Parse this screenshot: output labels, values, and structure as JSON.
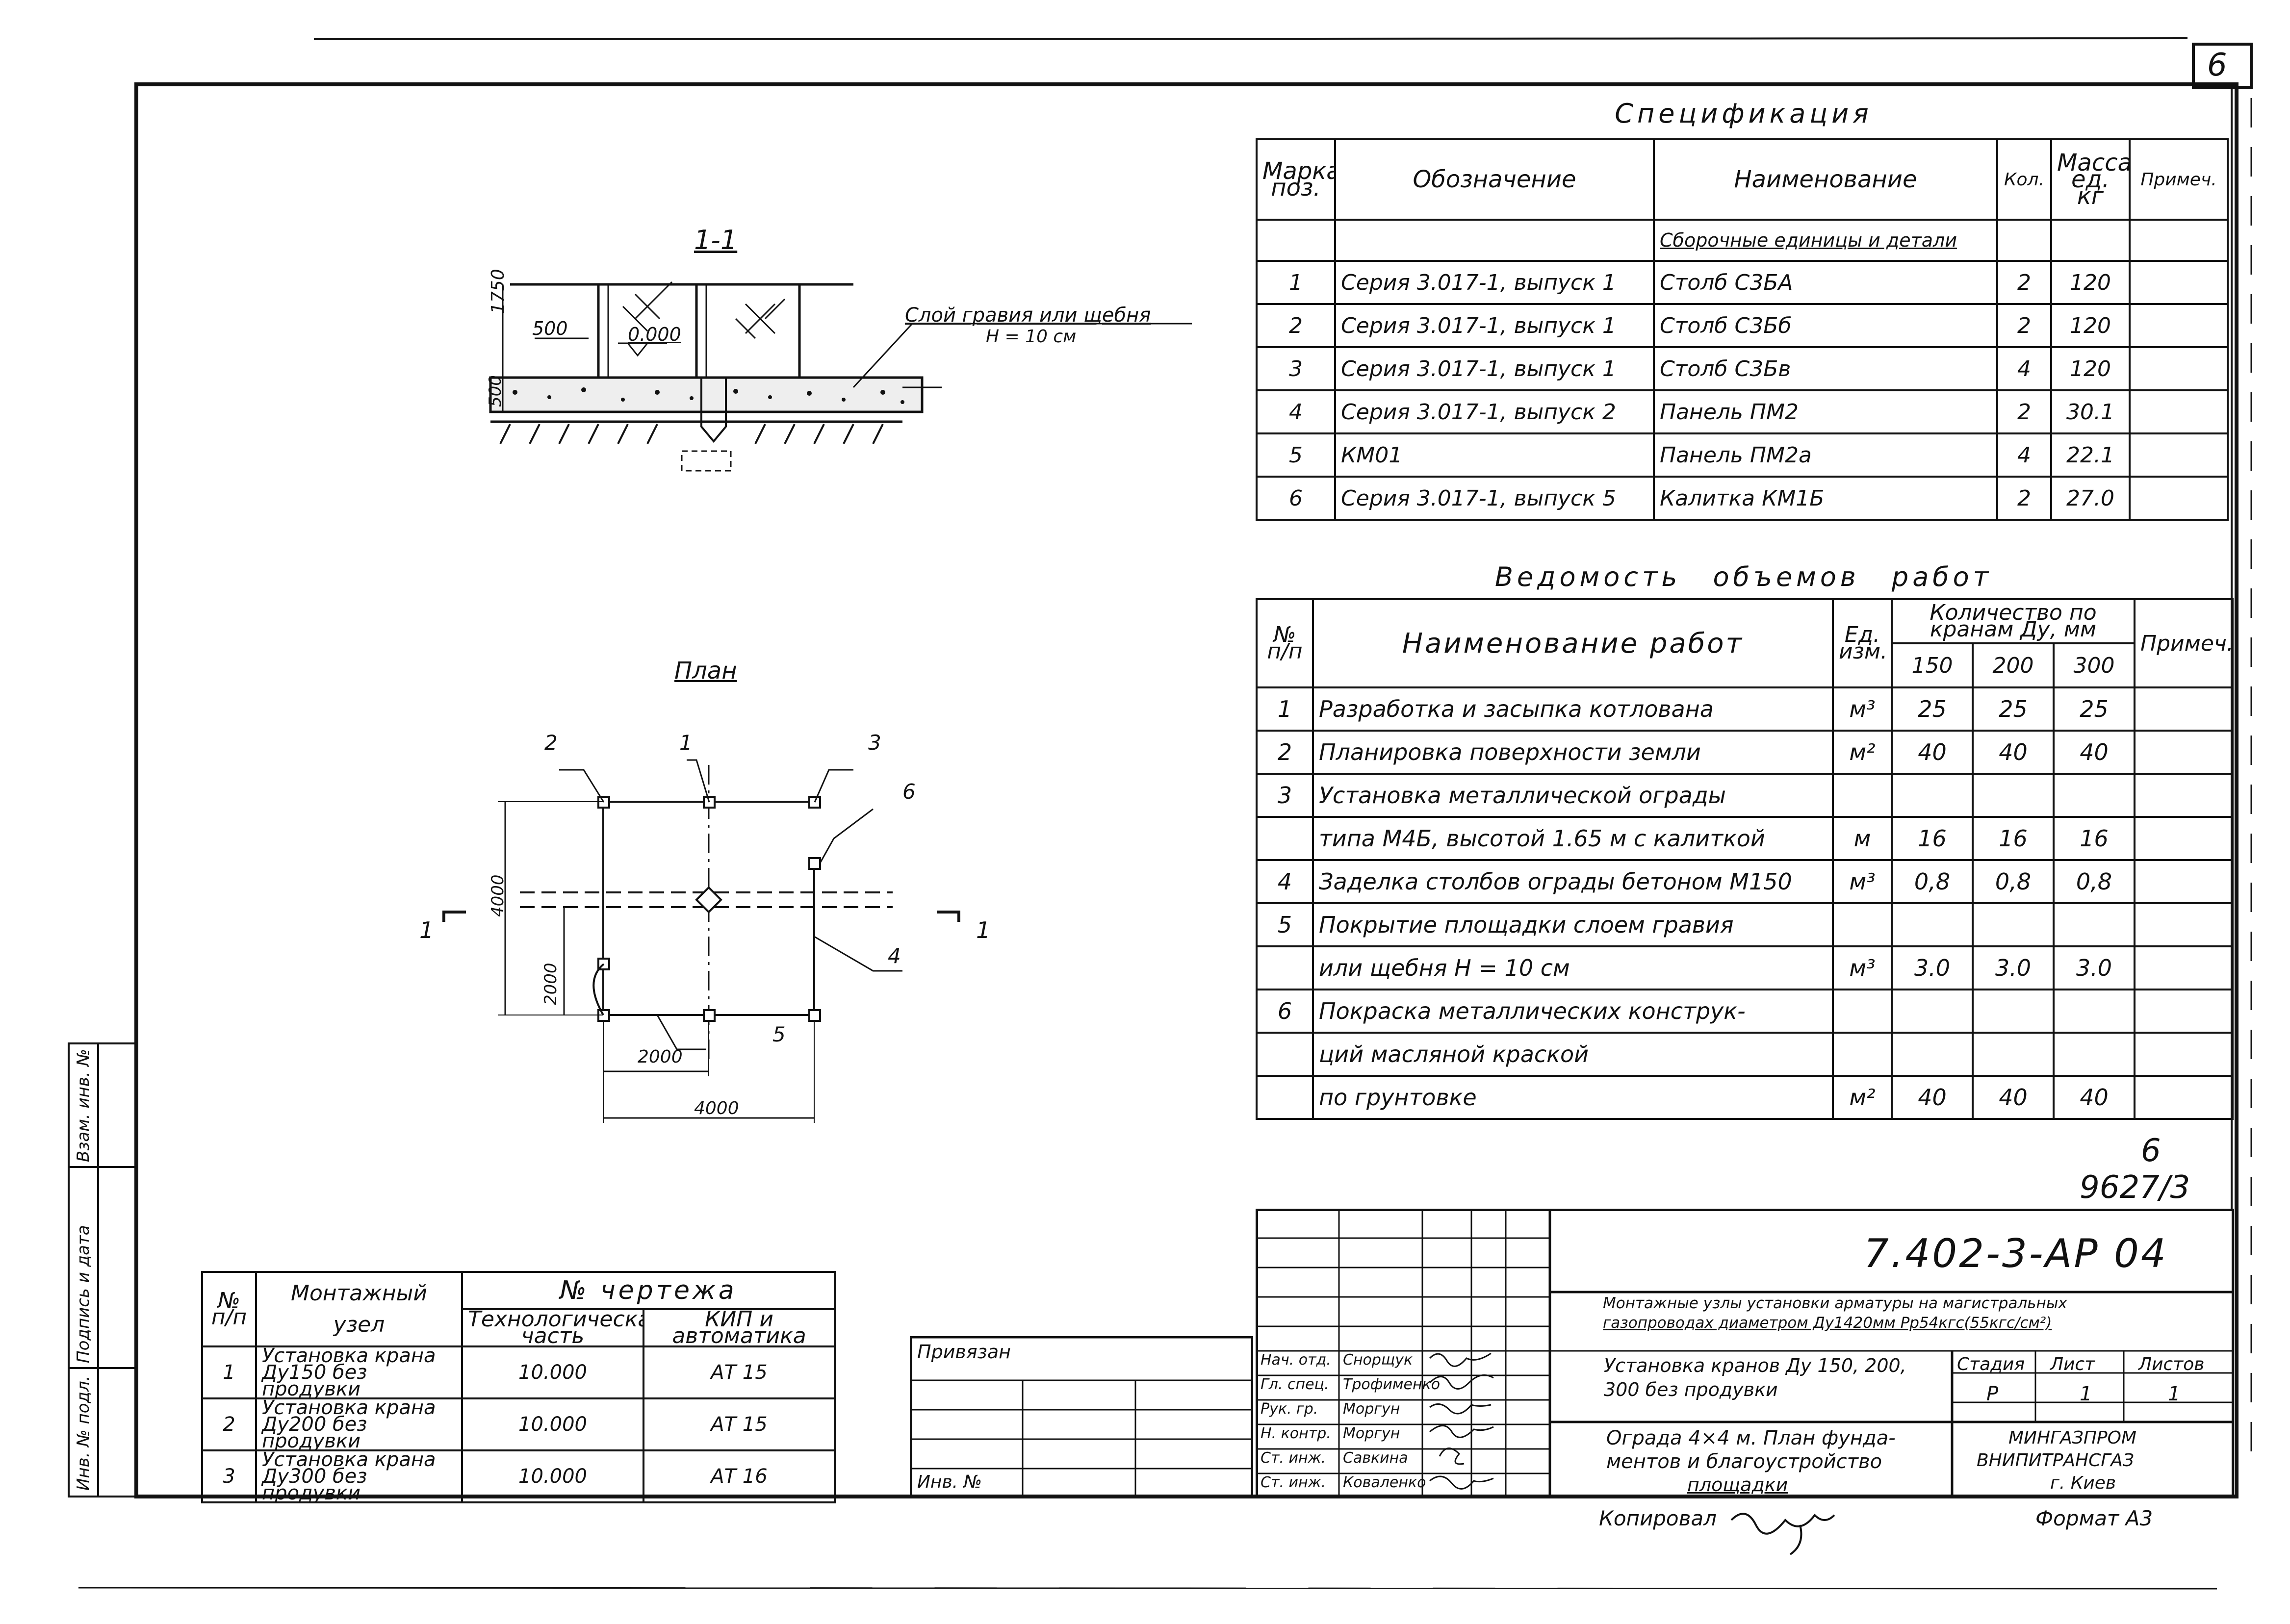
{
  "sheet": {
    "page_number": "6",
    "doc_code": "7.402-3-АР 04",
    "archive_number": "9627/3",
    "copied_label": "Копировал",
    "format_label": "Формат А3",
    "binding_label": "Привязан",
    "inv_label": "Инв. №"
  },
  "side_stamp": {
    "col1": "Инв. № подл.",
    "col2": "Подпись и дата",
    "col3": "Взам. инв. №"
  },
  "section": {
    "title": "1-1",
    "dim_1750": "1750",
    "dim_500_v": "500",
    "dim_500_h": "500",
    "level": "0.000",
    "note_line1": "Слой гравия или щебня",
    "note_line2": "Н = 10 см"
  },
  "plan": {
    "title": "План",
    "dim_4000_v": "4000",
    "dim_2000_v": "2000",
    "dim_2000_h": "2000",
    "dim_4000_h": "4000",
    "cut_left": "1",
    "cut_right": "1",
    "callouts": [
      "2",
      "1",
      "3",
      "6",
      "4",
      "5"
    ]
  },
  "specification": {
    "title": "Спецификация",
    "headers": [
      "Марка, поз.",
      "Обозначение",
      "Наименование",
      "Кол.",
      "Масса ед. кг",
      "Примеч."
    ],
    "subheader": "Сборочные единицы и детали",
    "rows": [
      {
        "pos": "1",
        "designation": "Серия 3.017-1, выпуск 1",
        "name": "Столб С3БА",
        "qty": "2",
        "mass": "120",
        "note": ""
      },
      {
        "pos": "2",
        "designation": "Серия 3.017-1, выпуск 1",
        "name": "Столб С3Бб",
        "qty": "2",
        "mass": "120",
        "note": ""
      },
      {
        "pos": "3",
        "designation": "Серия 3.017-1, выпуск 1",
        "name": "Столб С3Бв",
        "qty": "4",
        "mass": "120",
        "note": ""
      },
      {
        "pos": "4",
        "designation": "Серия 3.017-1, выпуск 2",
        "name": "Панель ПМ2",
        "qty": "2",
        "mass": "30.1",
        "note": ""
      },
      {
        "pos": "5",
        "designation": "КМ01",
        "name": "Панель ПМ2а",
        "qty": "4",
        "mass": "22.1",
        "note": ""
      },
      {
        "pos": "6",
        "designation": "Серия 3.017-1, выпуск 5",
        "name": "Калитка КМ1Б",
        "qty": "2",
        "mass": "27.0",
        "note": ""
      }
    ]
  },
  "works": {
    "title": "Ведомость объемов работ",
    "headers": {
      "num": "№ п/п",
      "name": "Наименование работ",
      "unit": "Ед. изм.",
      "qty_group": "Количество по кранам Ду, мм",
      "d150": "150",
      "d200": "200",
      "d300": "300",
      "note": "Примеч."
    },
    "rows": [
      {
        "num": "1",
        "name": "Разработка и засыпка котлована",
        "unit": "м³",
        "v150": "25",
        "v200": "25",
        "v300": "25"
      },
      {
        "num": "2",
        "name": "Планировка поверхности земли",
        "unit": "м²",
        "v150": "40",
        "v200": "40",
        "v300": "40"
      },
      {
        "num": "3",
        "name": "Установка металлической ограды",
        "unit": "",
        "v150": "",
        "v200": "",
        "v300": ""
      },
      {
        "num": "",
        "name": "типа М4Б, высотой 1.65 м с калиткой",
        "unit": "м",
        "v150": "16",
        "v200": "16",
        "v300": "16"
      },
      {
        "num": "4",
        "name": "Заделка столбов ограды бетоном М150",
        "unit": "м³",
        "v150": "0,8",
        "v200": "0,8",
        "v300": "0,8"
      },
      {
        "num": "5",
        "name": "Покрытие площадки слоем гравия",
        "unit": "",
        "v150": "",
        "v200": "",
        "v300": ""
      },
      {
        "num": "",
        "name": "или щебня Н = 10 см",
        "unit": "м³",
        "v150": "3.0",
        "v200": "3.0",
        "v300": "3.0"
      },
      {
        "num": "6",
        "name": "Покраска металлических конструк-",
        "unit": "",
        "v150": "",
        "v200": "",
        "v300": ""
      },
      {
        "num": "",
        "name": "ций масляной краской",
        "unit": "",
        "v150": "",
        "v200": "",
        "v300": ""
      },
      {
        "num": "",
        "name": "по грунтовке",
        "unit": "м²",
        "v150": "40",
        "v200": "40",
        "v300": "40"
      }
    ]
  },
  "mounting": {
    "headers": {
      "num": "№ п/п",
      "node": "Монтажный узел",
      "drawing": "№ чертежа",
      "tech": "Технологическая часть",
      "kip": "КИП и автоматика"
    },
    "rows": [
      {
        "num": "1",
        "node": "Установка крана Ду150 без продувки",
        "tech": "10.000",
        "kip": "АТ 15"
      },
      {
        "num": "2",
        "node": "Установка крана Ду200 без продувки",
        "tech": "10.000",
        "kip": "АТ 15"
      },
      {
        "num": "3",
        "node": "Установка крана Ду300 без продувки",
        "tech": "10.000",
        "kip": "АТ 16"
      }
    ]
  },
  "stamp": {
    "title_line1": "Монтажные узлы установки арматуры на магистральных",
    "title_line2": "газопроводах диаметром Ду1420мм Рр54кгс(55кгс/см²)",
    "subtitle_line1": "Установка кранов Ду 150, 200,",
    "subtitle_line2": "300 без продувки",
    "sheet_desc_line1": "Ограда 4×4 м. План фунда-",
    "sheet_desc_line2": "ментов и благоустройство",
    "sheet_desc_line3": "площадки",
    "stage_label": "Стадия",
    "sheet_label": "Лист",
    "sheets_label": "Листов",
    "stage": "Р",
    "sheet": "1",
    "sheets": "1",
    "org_line1": "МИНГАЗПРОМ",
    "org_line2": "ВНИПИТРАНСГАЗ",
    "org_line3": "г. Киев",
    "people": [
      {
        "role": "Нач. отд.",
        "name": "Снорщук"
      },
      {
        "role": "Гл. спец.",
        "name": "Трофименко"
      },
      {
        "role": "Рук. гр.",
        "name": "Моргун"
      },
      {
        "role": "Н. контр.",
        "name": "Моргун"
      },
      {
        "role": "Ст. инж.",
        "name": "Савкина"
      },
      {
        "role": "Ст. инж.",
        "name": "Коваленко"
      }
    ]
  }
}
